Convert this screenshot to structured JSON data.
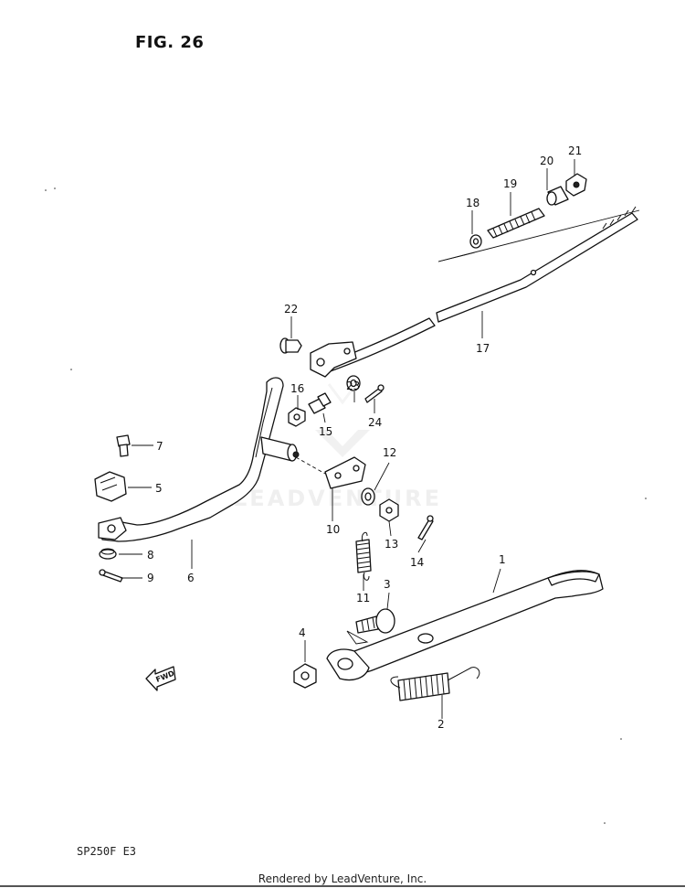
{
  "figure": {
    "title": "FIG. 26",
    "model_code": "SP250F  E3",
    "credit": "Rendered by LeadVenture, Inc.",
    "watermark_text": "LEADVENTURE"
  },
  "callouts": {
    "p1": "1",
    "p2": "2",
    "p3": "3",
    "p4": "4",
    "p5": "5",
    "p6": "6",
    "p7": "7",
    "p8": "8",
    "p9": "9",
    "p10": "10",
    "p11": "11",
    "p12": "12",
    "p13": "13",
    "p14": "14",
    "p15": "15",
    "p16": "16",
    "p17": "17",
    "p18": "18",
    "p19": "19",
    "p20": "20",
    "p21": "21",
    "p22": "22",
    "p23": "23",
    "p24": "24"
  },
  "fwd_label": "FWD",
  "icons": [
    "fwd-arrow-icon"
  ]
}
